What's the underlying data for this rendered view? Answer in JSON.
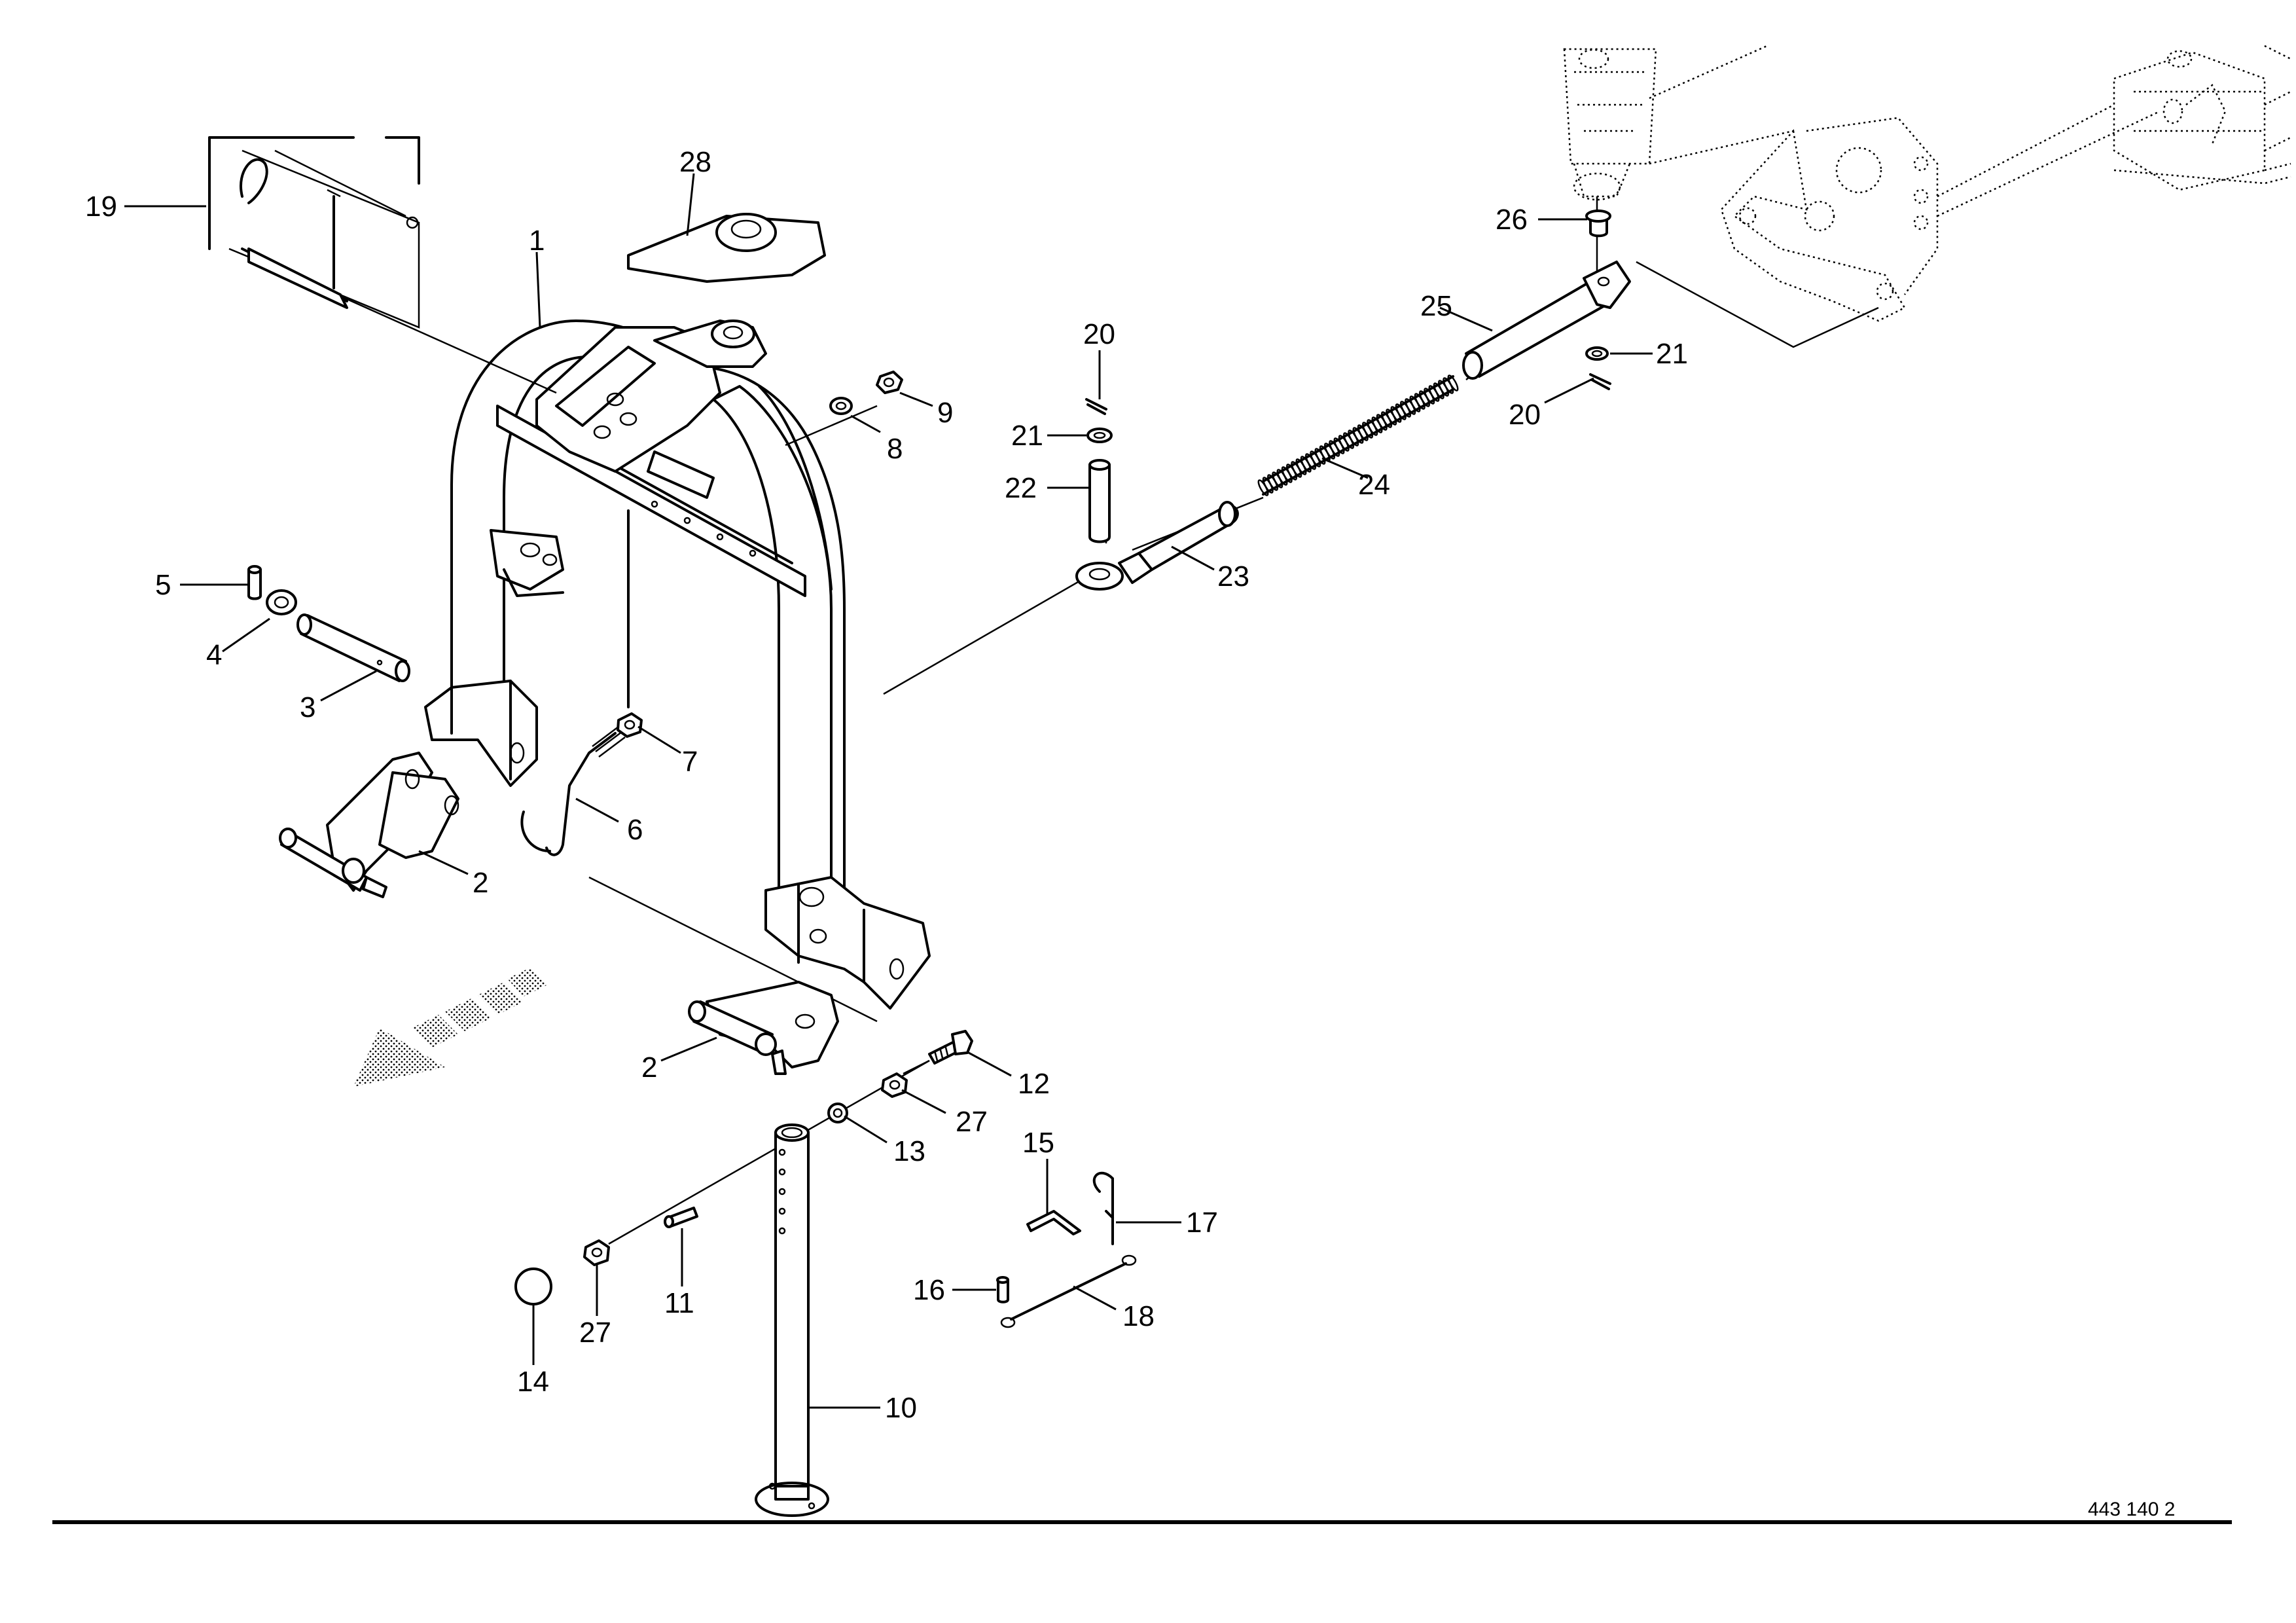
{
  "drawing_number": "443 140 2",
  "callouts": [
    {
      "label": "19"
    },
    {
      "label": "28"
    },
    {
      "label": "1"
    },
    {
      "label": "9"
    },
    {
      "label": "8"
    },
    {
      "label": "20"
    },
    {
      "label": "21"
    },
    {
      "label": "22"
    },
    {
      "label": "26"
    },
    {
      "label": "25"
    },
    {
      "label": "21"
    },
    {
      "label": "20"
    },
    {
      "label": "24"
    },
    {
      "label": "23"
    },
    {
      "label": "5"
    },
    {
      "label": "4"
    },
    {
      "label": "3"
    },
    {
      "label": "7"
    },
    {
      "label": "6"
    },
    {
      "label": "2"
    },
    {
      "label": "2"
    },
    {
      "label": "12"
    },
    {
      "label": "27"
    },
    {
      "label": "13"
    },
    {
      "label": "15"
    },
    {
      "label": "17"
    },
    {
      "label": "16"
    },
    {
      "label": "18"
    },
    {
      "label": "11"
    },
    {
      "label": "27"
    },
    {
      "label": "14"
    },
    {
      "label": "10"
    }
  ],
  "direction_arrow": {
    "icon": "direction-arrow-icon"
  }
}
